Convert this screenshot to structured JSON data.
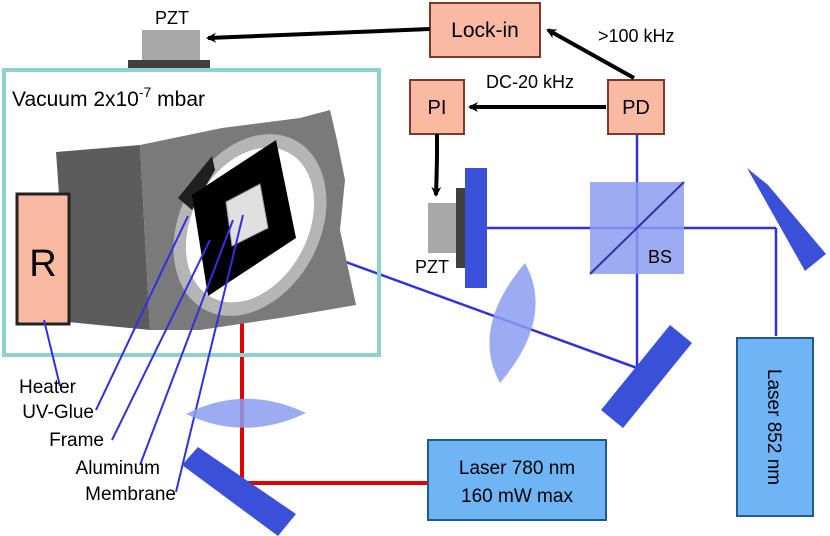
{
  "pzt_top": {
    "label": "PZT"
  },
  "lockin": {
    "label": "Lock-in"
  },
  "freq_high": {
    "label": ">100 kHz"
  },
  "freq_dc": {
    "label": "DC-20 kHz"
  },
  "pi": {
    "label": "PI"
  },
  "pd": {
    "label": "PD"
  },
  "vacuum": {
    "prefix": "Vacuum 2x10",
    "exponent": "-7",
    "suffix": " mbar"
  },
  "heater_box": {
    "label": "R"
  },
  "pzt_side": {
    "label": "PZT"
  },
  "beamsplitter": {
    "label": "BS"
  },
  "laser_780": {
    "line1": "Laser 780 nm",
    "line2": "160 mW max"
  },
  "laser_852": {
    "label": "Laser 852 nm"
  },
  "legend": {
    "heater": "Heater",
    "uvglue": "UV-Glue",
    "frame": "Frame",
    "aluminum": "Aluminum",
    "membrane": "Membrane"
  },
  "colors": {
    "box_fill": "#fab9a3",
    "laser_fill": "#6fb4f5",
    "beam_blue": "#3030e0",
    "beam_red": "#e00000",
    "mirror": "#3a50d8",
    "vacuum_border": "#8fd0d0",
    "lens": "#8a9df0"
  }
}
